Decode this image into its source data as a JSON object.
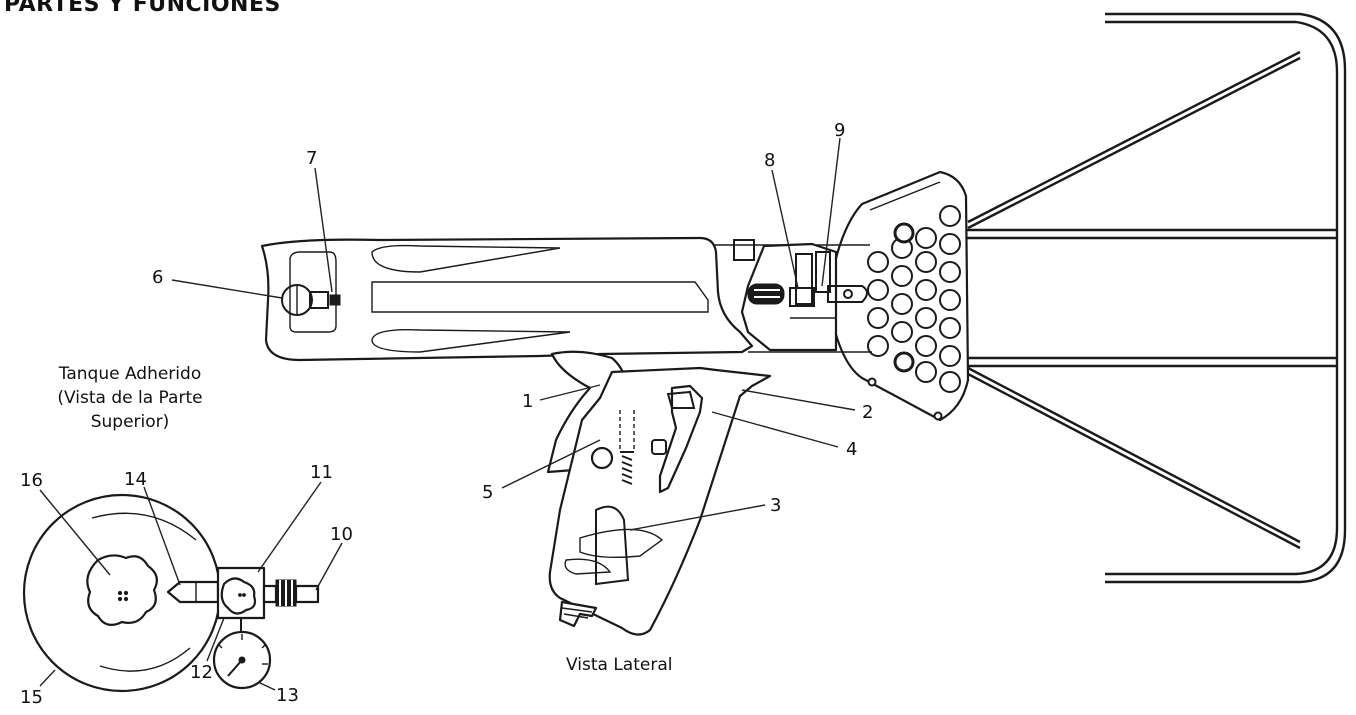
{
  "title": "PARTES Y FUNCIONES",
  "captions": {
    "side_view": "Vista Lateral",
    "tank_view_lines": [
      "Tanque Adherido",
      "(Vista de la Parte",
      "Superior)"
    ]
  },
  "callouts": [
    "1",
    "2",
    "3",
    "4",
    "5",
    "6",
    "7",
    "8",
    "9",
    "10",
    "11",
    "12",
    "13",
    "14",
    "15",
    "16"
  ],
  "colors": {
    "ink": "#1a1a1a",
    "paper": "#ffffff"
  }
}
